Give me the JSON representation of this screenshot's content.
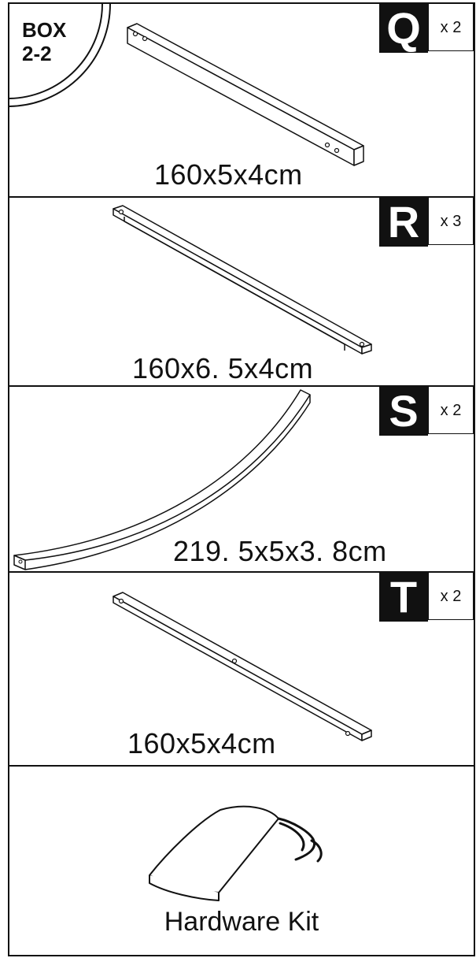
{
  "box": {
    "line1": "BOX",
    "line2": "2-2"
  },
  "parts": [
    {
      "letter": "Q",
      "qty": "x 2",
      "dims": "160x5x4cm"
    },
    {
      "letter": "R",
      "qty": "x 3",
      "dims": "160x6. 5x4cm"
    },
    {
      "letter": "S",
      "qty": "x 2",
      "dims": "219. 5x5x3. 8cm"
    },
    {
      "letter": "T",
      "qty": "x 2",
      "dims": "160x5x4cm"
    }
  ],
  "hardware": {
    "label": "Hardware Kit"
  }
}
